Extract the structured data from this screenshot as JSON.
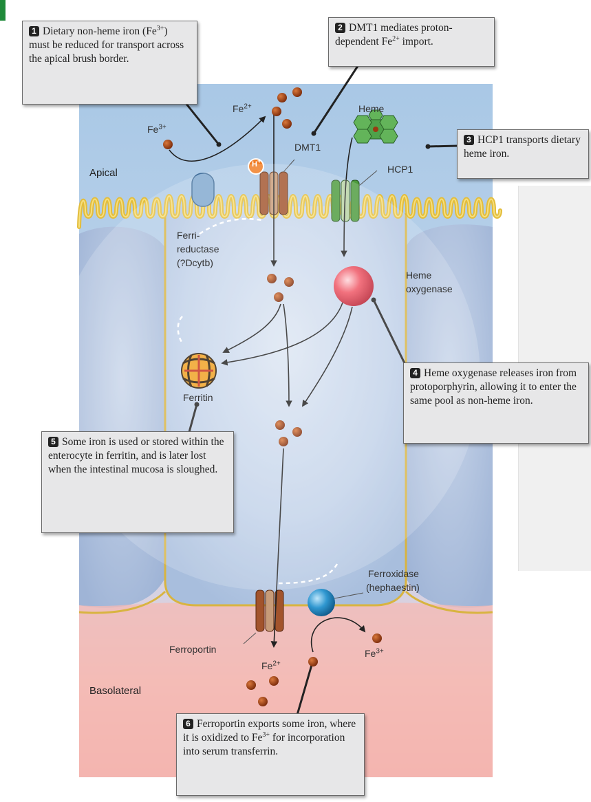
{
  "callouts": {
    "c1": {
      "number": "1",
      "text_a": "Dietary non-heme iron (Fe",
      "sup_a": "3+",
      "text_b": ") must be reduced for transport across the apical brush border."
    },
    "c2": {
      "number": "2",
      "text_a": "DMT1 mediates proton-dependent Fe",
      "sup_a": "2+",
      "text_b": " import."
    },
    "c3": {
      "number": "3",
      "text": "HCP1 transports dietary heme iron."
    },
    "c4": {
      "number": "4",
      "text": "Heme oxygenase releases iron from protoporphyrin, allowing it to enter the same pool as non-heme iron."
    },
    "c5": {
      "number": "5",
      "text": "Some iron is used or stored within the enterocyte in ferritin, and is later lost when the intestinal mucosa is sloughed."
    },
    "c6": {
      "number": "6",
      "text_a": "Ferroportin exports some iron, where it is oxidized to Fe",
      "sup_a": "3+",
      "text_b": " for incorporation into serum transferrin."
    }
  },
  "labels": {
    "apical": "Apical",
    "basolateral": "Basolateral",
    "fe3_top": "Fe",
    "fe3_top_sup": "3+",
    "fe2_top": "Fe",
    "fe2_top_sup": "2+",
    "h_plus": "H",
    "h_plus_sup": "+",
    "dmt1": "DMT1",
    "heme": "Heme",
    "hcp1": "HCP1",
    "ferrireductase_1": "Ferri-",
    "ferrireductase_2": "reductase",
    "ferrireductase_3": "(?Dcytb)",
    "heme_oxygenase_1": "Heme",
    "heme_oxygenase_2": "oxygenase",
    "ferritin": "Ferritin",
    "ferroxidase_1": "Ferroxidase",
    "ferroxidase_2": "(hephaestin)",
    "ferroportin": "Ferroportin",
    "fe2_bottom": "Fe",
    "fe2_bottom_sup": "2+",
    "fe3_bottom": "Fe",
    "fe3_bottom_sup": "3+"
  },
  "colors": {
    "cell_blue": "#bcd2ea",
    "lumen_blue": "#a9c8e6",
    "basolateral_pink": "#f3b7b2",
    "membrane_yellow": "#e8c64a",
    "iron_dot": "#9a3b12",
    "dmt1_brown": "#a2542c",
    "hcp1_green": "#4c9a3c",
    "reductase_blue": "#7fa8cf",
    "heme_oxygenase_red": "#e04050",
    "ferroxidase_blue": "#2d8fc8",
    "ferritin_orange": "#f0a020",
    "proton_orange": "#f07a20"
  }
}
